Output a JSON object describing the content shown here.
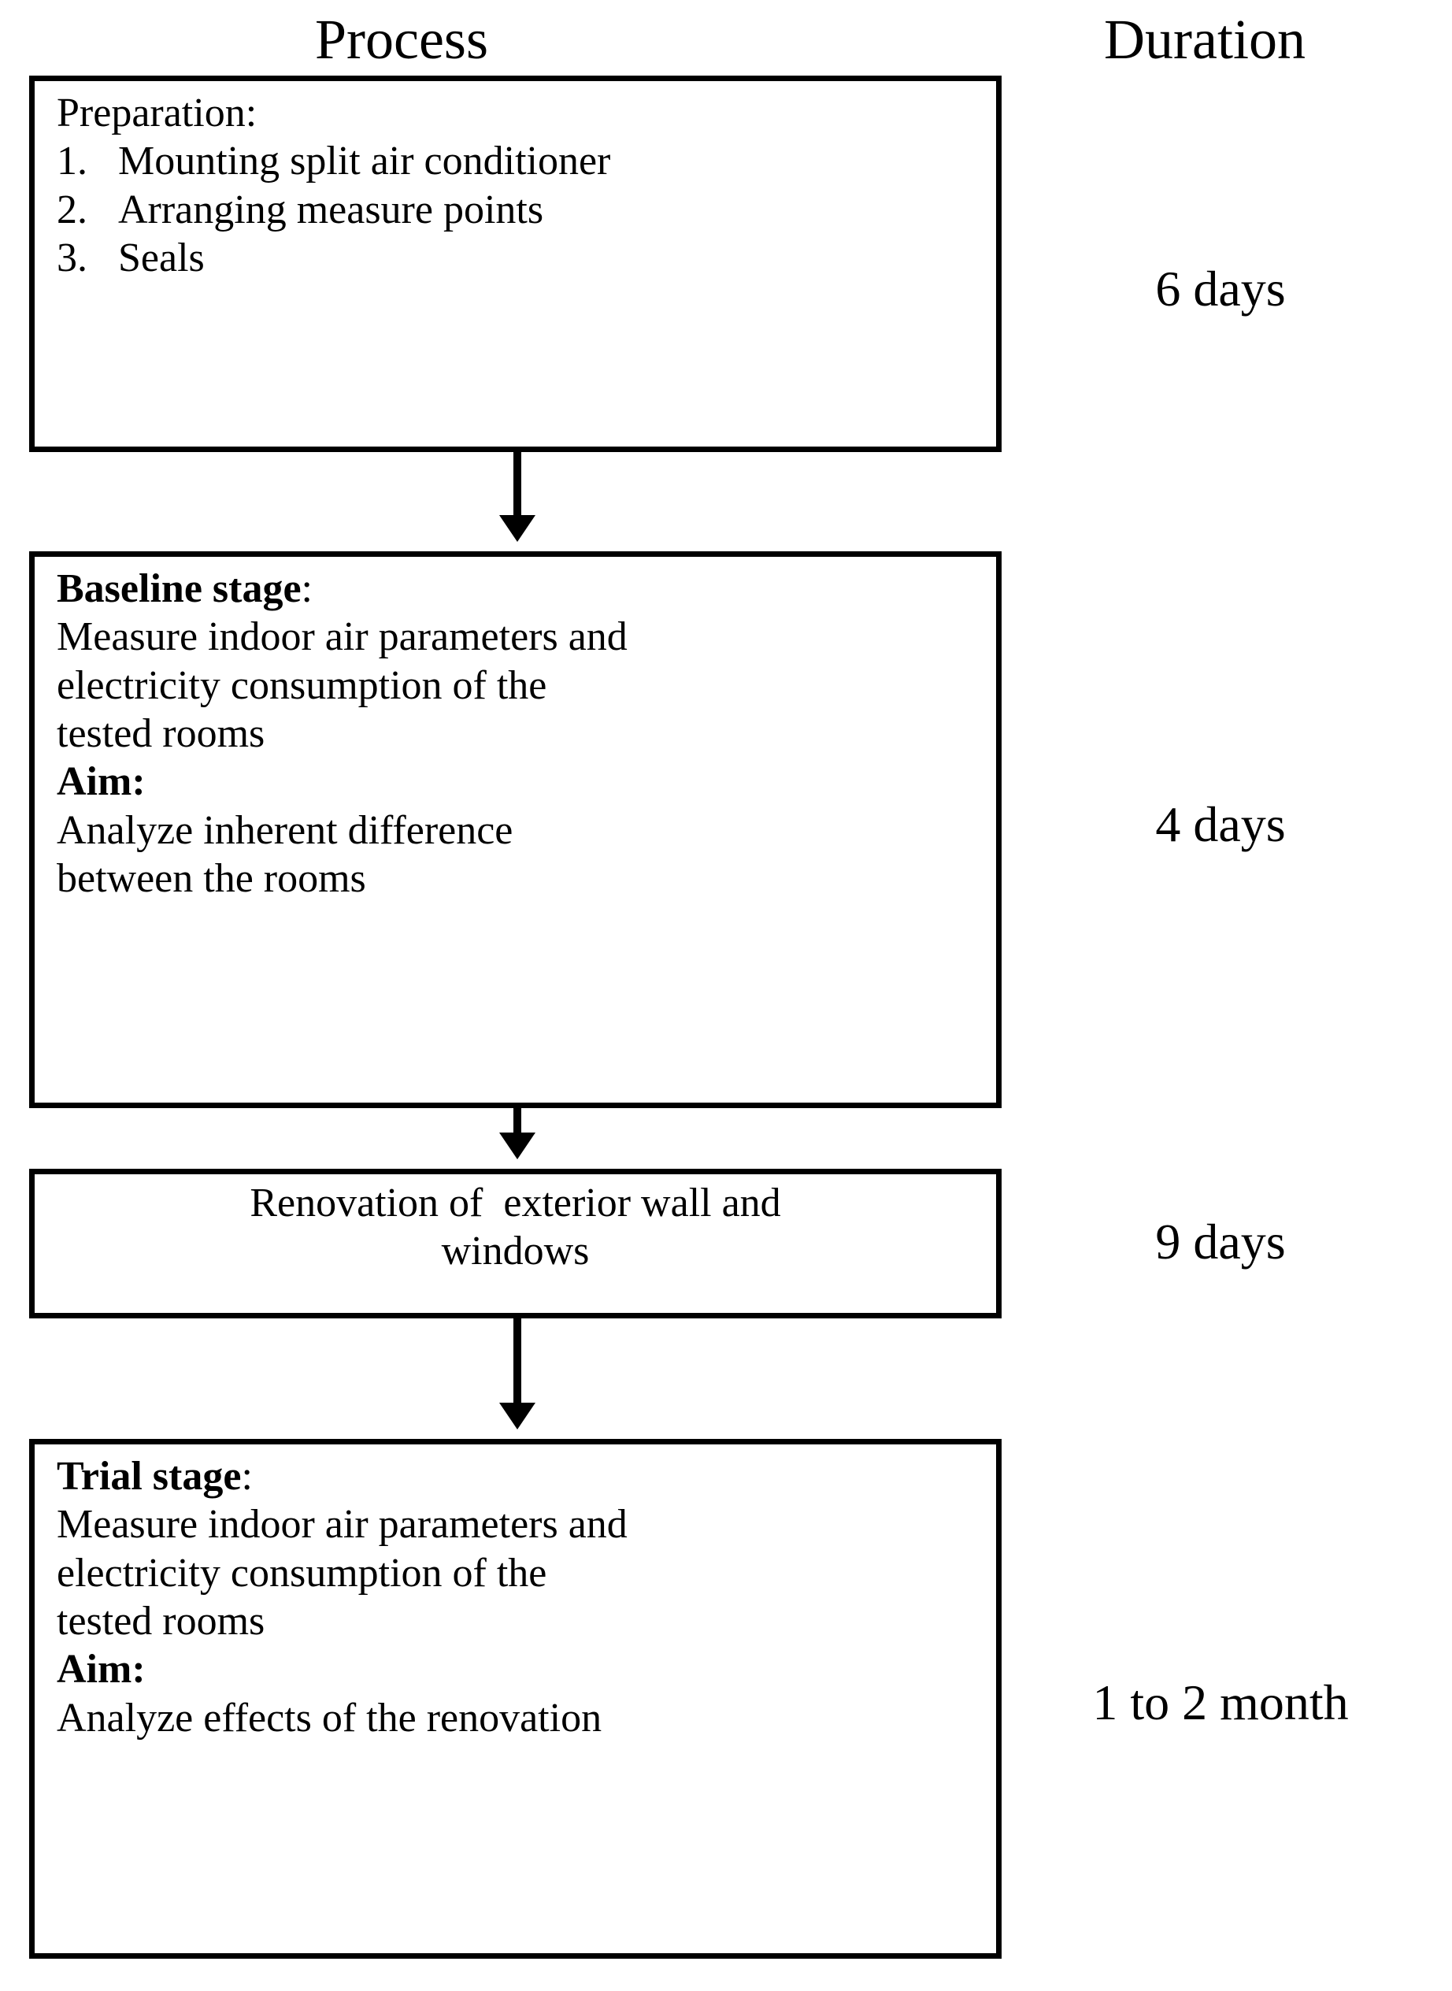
{
  "headers": {
    "process": "Process",
    "duration": "Duration"
  },
  "steps": [
    {
      "id": "preparation",
      "title": "Preparation:",
      "title_bold": false,
      "items": [
        {
          "num": "1.",
          "text": "Mounting split air conditioner"
        },
        {
          "num": "2.",
          "text": "Arranging measure points"
        },
        {
          "num": "3.",
          "text": "Seals"
        }
      ],
      "duration": "6 days"
    },
    {
      "id": "baseline",
      "heading_bold": "Baseline stage",
      "heading_colon": ":",
      "body_lines": [
        "Measure indoor air parameters and",
        "electricity consumption of the",
        "tested rooms"
      ],
      "aim_label": "Aim:",
      "aim_lines": [
        "Analyze inherent difference",
        "between the rooms"
      ],
      "duration": "4 days"
    },
    {
      "id": "renovation",
      "lines": [
        "Renovation of  exterior wall and",
        "windows"
      ],
      "duration": "9 days"
    },
    {
      "id": "trial",
      "heading_bold": "Trial stage",
      "heading_colon": ":",
      "body_lines": [
        "Measure indoor air parameters and",
        "electricity consumption of the",
        "tested rooms"
      ],
      "aim_label": "Aim:",
      "aim_lines": [
        "Analyze effects of the renovation"
      ],
      "duration": "1 to 2 month"
    }
  ],
  "colors": {
    "stroke": "#000000",
    "background": "#ffffff",
    "text": "#000000"
  }
}
